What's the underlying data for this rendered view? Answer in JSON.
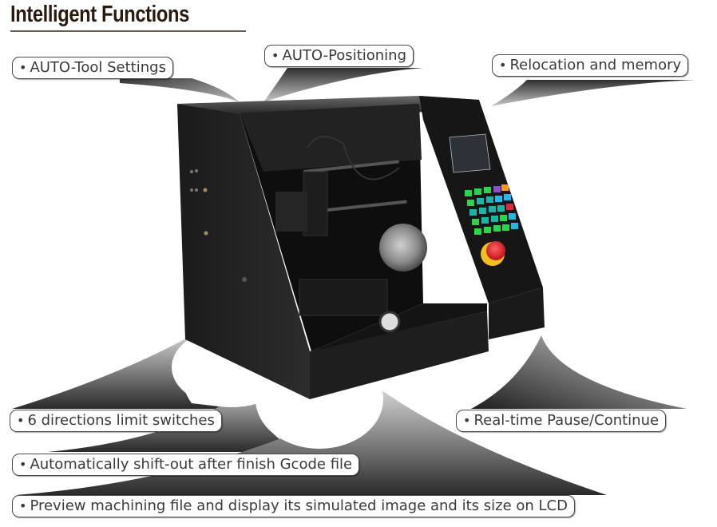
{
  "header": {
    "title": "Intelligent Functions"
  },
  "features": [
    {
      "label": "AUTO-Tool Settings",
      "position": "top-left"
    },
    {
      "label": "AUTO-Positioning",
      "position": "top-center"
    },
    {
      "label": "Relocation and memory",
      "position": "top-right"
    },
    {
      "label": "6 directions limit switches",
      "position": "bottom-left"
    },
    {
      "label": "Real-time Pause/Continue",
      "position": "bottom-right"
    },
    {
      "label": "Automatically shift-out after finish Gcode file",
      "position": "bottom-left-2"
    },
    {
      "label": "Preview machining file and display its simulated image and its size on LCD",
      "position": "bottom-left-3"
    }
  ],
  "bullet": "•",
  "colors": {
    "title": "#2a1a10",
    "bubble_border": "#4a4a4a",
    "bubble_text": "#3a3a3a",
    "machine_body": "#1c1c1c",
    "key_green": "#2bd44a",
    "key_teal": "#19b6a8",
    "key_cyan": "#22b8e8",
    "key_purple": "#8a4fd0",
    "key_orange": "#f39a1e",
    "key_red": "#e8243a",
    "estop_red": "#e01e2a",
    "estop_yellow": "#f0c020"
  },
  "product": {
    "name": "CNC engraving machine",
    "control_panel": {
      "lcd": "LCD screen",
      "keypad_rows": 5,
      "keypad_cols": 5,
      "emergency_stop": "E-stop"
    }
  }
}
